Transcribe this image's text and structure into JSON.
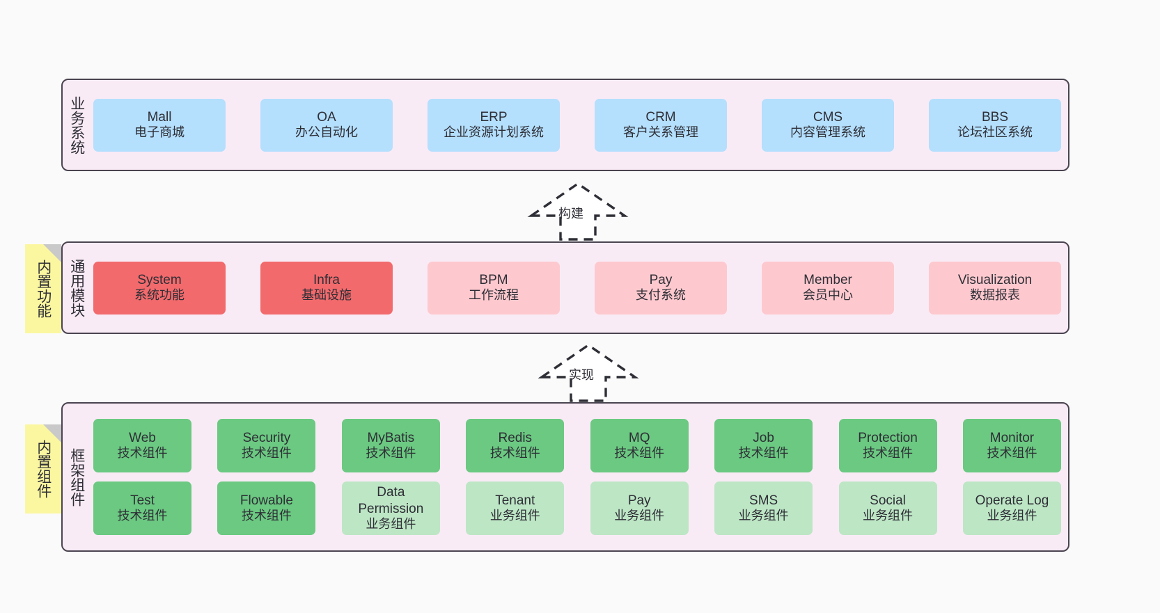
{
  "diagram": {
    "title": "",
    "background": "#fafafa",
    "container_fill": "#f9ebf6",
    "container_stroke": "#4a4450"
  },
  "layers": [
    {
      "id": "business-system",
      "label": "业务系统",
      "rows": [
        {
          "cards": [
            {
              "name": "Mall",
              "sub": "电子商城",
              "color": "#b4dffd",
              "tone": "blue"
            },
            {
              "name": "OA",
              "sub": "办公自动化",
              "color": "#b4dffd",
              "tone": "blue"
            },
            {
              "name": "ERP",
              "sub": "企业资源计划系统",
              "color": "#b4dffd",
              "tone": "blue"
            },
            {
              "name": "CRM",
              "sub": "客户关系管理",
              "color": "#b4dffd",
              "tone": "blue"
            },
            {
              "name": "CMS",
              "sub": "内容管理系统",
              "color": "#b4dffd",
              "tone": "blue"
            },
            {
              "name": "BBS",
              "sub": "论坛社区系统",
              "color": "#b4dffd",
              "tone": "blue"
            }
          ]
        }
      ]
    },
    {
      "id": "common-module",
      "label": "通用模块",
      "sticky": "内置功能",
      "rows": [
        {
          "cards": [
            {
              "name": "System",
              "sub": "系统功能",
              "color": "#f26a6c",
              "tone": "red"
            },
            {
              "name": "Infra",
              "sub": "基础设施",
              "color": "#f26a6c",
              "tone": "red"
            },
            {
              "name": "BPM",
              "sub": "工作流程",
              "color": "#fdc9ce",
              "tone": "pink"
            },
            {
              "name": "Pay",
              "sub": "支付系统",
              "color": "#fdc9ce",
              "tone": "pink"
            },
            {
              "name": "Member",
              "sub": "会员中心",
              "color": "#fdc9ce",
              "tone": "pink"
            },
            {
              "name": "Visualization",
              "sub": "数据报表",
              "color": "#fdc9ce",
              "tone": "pink"
            }
          ]
        }
      ]
    },
    {
      "id": "framework-component",
      "label": "框架组件",
      "sticky": "内置组件",
      "rows": [
        {
          "cards": [
            {
              "name": "Web",
              "sub": "技术组件",
              "color": "#6bc981",
              "tone": "green"
            },
            {
              "name": "Security",
              "sub": "技术组件",
              "color": "#6bc981",
              "tone": "green"
            },
            {
              "name": "MyBatis",
              "sub": "技术组件",
              "color": "#6bc981",
              "tone": "green"
            },
            {
              "name": "Redis",
              "sub": "技术组件",
              "color": "#6bc981",
              "tone": "green"
            },
            {
              "name": "MQ",
              "sub": "技术组件",
              "color": "#6bc981",
              "tone": "green"
            },
            {
              "name": "Job",
              "sub": "技术组件",
              "color": "#6bc981",
              "tone": "green"
            },
            {
              "name": "Protection",
              "sub": "技术组件",
              "color": "#6bc981",
              "tone": "green"
            },
            {
              "name": "Monitor",
              "sub": "技术组件",
              "color": "#6bc981",
              "tone": "green"
            }
          ]
        },
        {
          "cards": [
            {
              "name": "Test",
              "sub": "技术组件",
              "color": "#6bc981",
              "tone": "green"
            },
            {
              "name": "Flowable",
              "sub": "技术组件",
              "color": "#6bc981",
              "tone": "green"
            },
            {
              "name": "Data Permission",
              "sub": "业务组件",
              "color": "#bde6c5",
              "tone": "lgreen"
            },
            {
              "name": "Tenant",
              "sub": "业务组件",
              "color": "#bde6c5",
              "tone": "lgreen"
            },
            {
              "name": "Pay",
              "sub": "业务组件",
              "color": "#bde6c5",
              "tone": "lgreen"
            },
            {
              "name": "SMS",
              "sub": "业务组件",
              "color": "#bde6c5",
              "tone": "lgreen"
            },
            {
              "name": "Social",
              "sub": "业务组件",
              "color": "#bde6c5",
              "tone": "lgreen"
            },
            {
              "name": "Operate Log",
              "sub": "业务组件",
              "color": "#bde6c5",
              "tone": "lgreen"
            }
          ]
        }
      ]
    }
  ],
  "connectors": [
    {
      "id": "build",
      "label": "构建",
      "style": "dashed-hollow-arrow-up"
    },
    {
      "id": "implement",
      "label": "实现",
      "style": "dashed-hollow-arrow-up"
    }
  ]
}
